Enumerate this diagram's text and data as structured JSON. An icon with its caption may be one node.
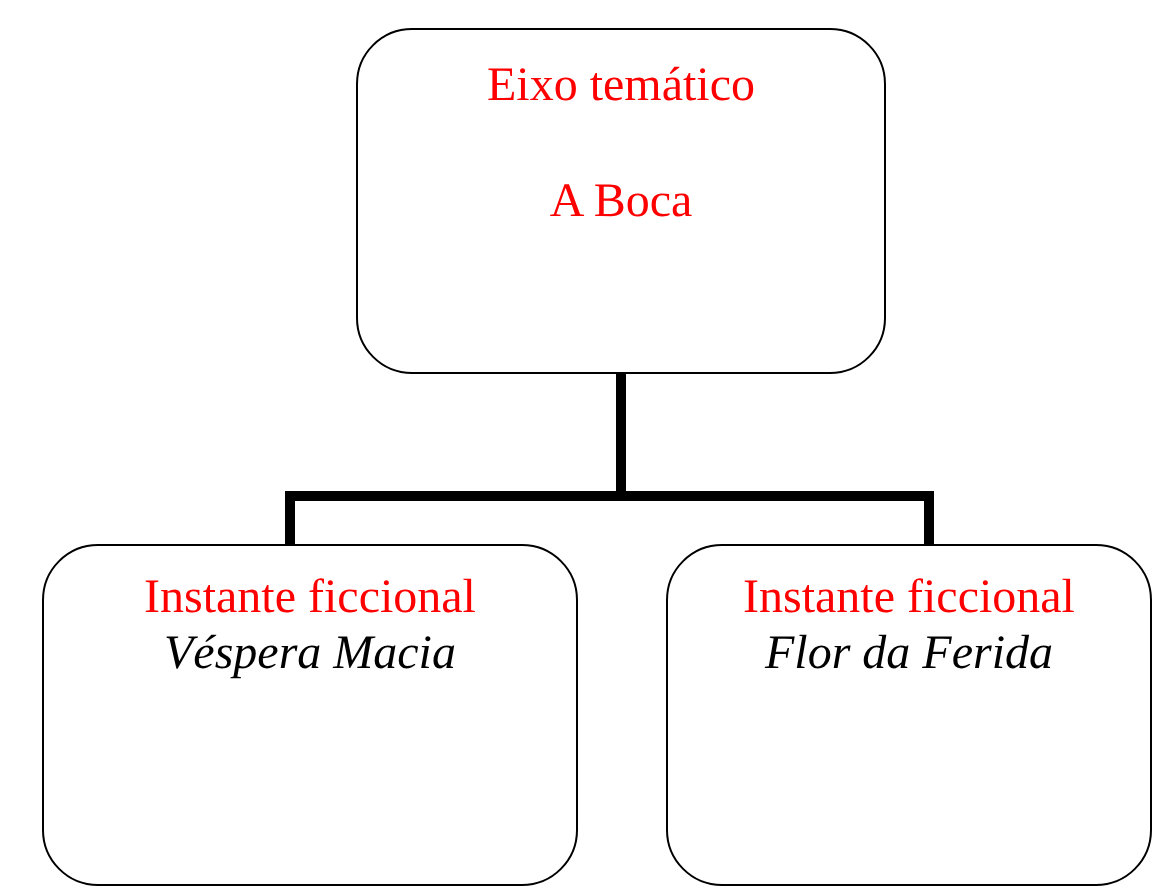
{
  "diagram": {
    "nodes": [
      {
        "text": [
          "Eixo temático",
          "A Boca"
        ]
      },
      {
        "text": [
          "Instante ficcional",
          "Véspera Macia"
        ]
      },
      {
        "text": [
          "Instante ficcional",
          "Flor da Ferida"
        ]
      }
    ],
    "edges": [
      {
        "from": 0,
        "to": 1,
        "arrow": "none"
      },
      {
        "from": 0,
        "to": 2,
        "arrow": "none"
      }
    ]
  }
}
